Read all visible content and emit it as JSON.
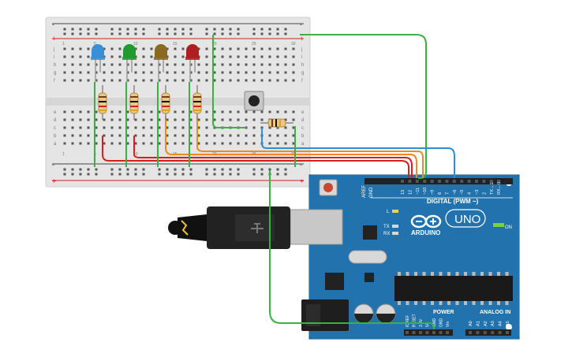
{
  "breadboard": {
    "column_numbers": [
      "1",
      "5",
      "10",
      "15",
      "20",
      "25",
      "30"
    ],
    "row_letters_top": [
      "j",
      "i",
      "h",
      "g",
      "f"
    ],
    "row_letters_bottom": [
      "e",
      "d",
      "c",
      "b",
      "a"
    ],
    "rail_plus": "+",
    "rail_minus": "-"
  },
  "components": {
    "leds": [
      {
        "name": "led-blue",
        "color": "#3a8fd6"
      },
      {
        "name": "led-green",
        "color": "#1e9a2e"
      },
      {
        "name": "led-yellow",
        "color": "#8a6a1e"
      },
      {
        "name": "led-red",
        "color": "#b01f1f"
      }
    ],
    "resistor_count": 5,
    "button": "push-button"
  },
  "wire_colors": {
    "red": "#d61f1f",
    "orange": "#ee8a1e",
    "green": "#3cb043",
    "blue": "#2a8fd6",
    "black": "#222222"
  },
  "arduino": {
    "brand": "ARDUINO",
    "model": "UNO",
    "digital_label": "DIGITAL (PWM ~)",
    "analog_label": "ANALOG IN",
    "power_label": "POWER",
    "on_label": "ON",
    "tx_label": "TX",
    "rx_label": "RX",
    "l_label": "L",
    "aref": "AREF",
    "gnd": "GND",
    "digital_pins": [
      "13",
      "12",
      "~11",
      "~10",
      "~9",
      "8",
      "7",
      "~6",
      "~5",
      "4",
      "~3",
      "2",
      "TX→1",
      "RX←0"
    ],
    "power_pins": [
      "IOREF",
      "RESET",
      "3.3V",
      "5V",
      "GND",
      "GND",
      "Vin"
    ],
    "analog_pins": [
      "A0",
      "A1",
      "A2",
      "A3",
      "A4",
      "A5"
    ]
  }
}
